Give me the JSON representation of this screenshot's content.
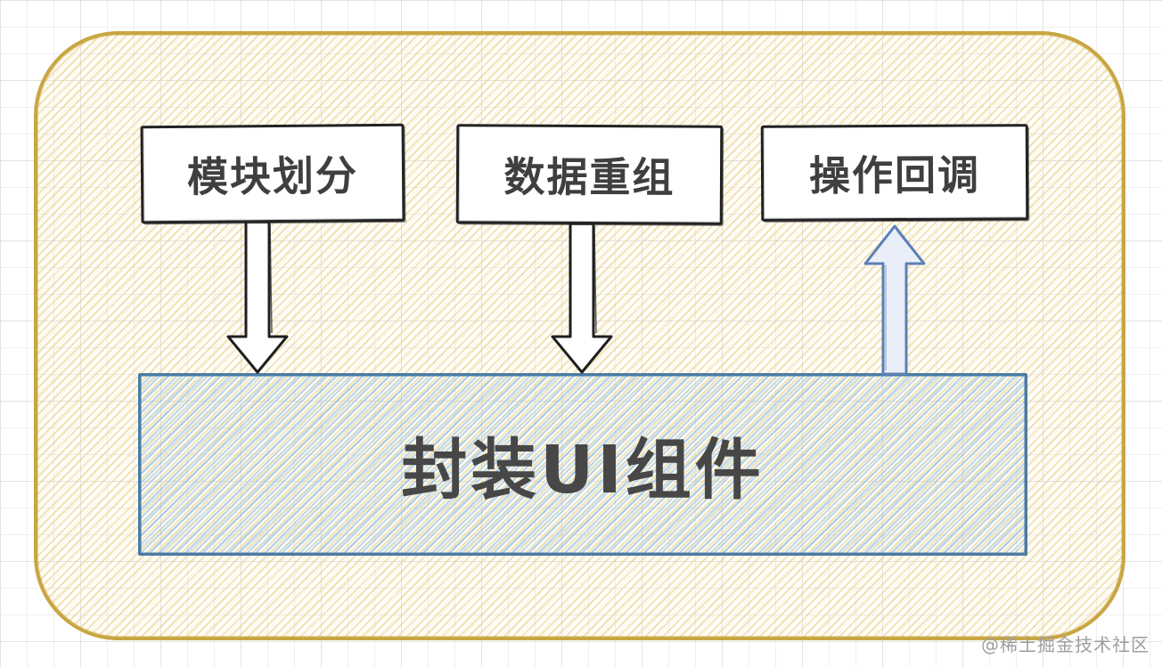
{
  "diagram": {
    "nodes": {
      "module_division": {
        "label": "模块划分"
      },
      "data_reorg": {
        "label": "数据重组"
      },
      "operation_callback": {
        "label": "操作回调"
      },
      "ui_component": {
        "label": "封装UI组件"
      }
    },
    "arrows": [
      {
        "name": "module-division-to-ui-component",
        "direction": "down",
        "color": "#1f1f1f",
        "fill": "#ffffff"
      },
      {
        "name": "data-reorg-to-ui-component",
        "direction": "down",
        "color": "#1f1f1f",
        "fill": "#ffffff"
      },
      {
        "name": "ui-component-to-operation-callback",
        "direction": "up",
        "color": "#5b80b4",
        "fill": "#e9eef9"
      }
    ],
    "watermark": "@稀土掘金技术社区",
    "colors": {
      "container_border": "#c9a642",
      "container_hatch": "#e7c973",
      "node_border": "#222222",
      "node_text": "#3f3f3f",
      "main_node_border": "#4a7ba6",
      "main_node_hatch": "#7aafda",
      "main_node_text": "#474747",
      "grid_line": "#efeff1",
      "watermark_text": "#9e9e9e"
    }
  }
}
